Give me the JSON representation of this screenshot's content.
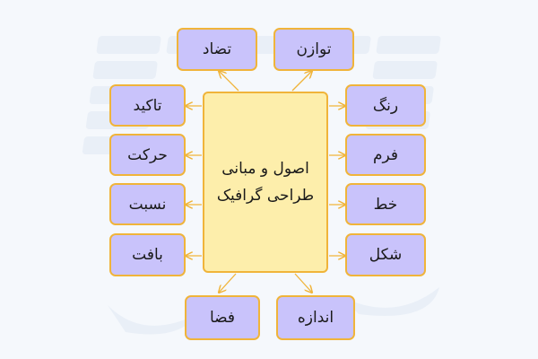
{
  "center": {
    "line1": "اصول و مبانی",
    "line2": "طراحی گرافیک"
  },
  "nodes": {
    "tazad": "تضاد",
    "tavazon": "توازن",
    "takid": "تاکید",
    "rang": "رنگ",
    "harekat": "حرکت",
    "form": "فرم",
    "nesbat": "نسبت",
    "khat": "خط",
    "baft": "بافت",
    "shekl": "شکل",
    "faza": "فضا",
    "andaze": "اندازه"
  },
  "colors": {
    "background": "#f5f8fc",
    "node_fill": "#c9c3fb",
    "center_fill": "#fdeeab",
    "border": "#f0b43a",
    "connector": "#f0b43a"
  }
}
